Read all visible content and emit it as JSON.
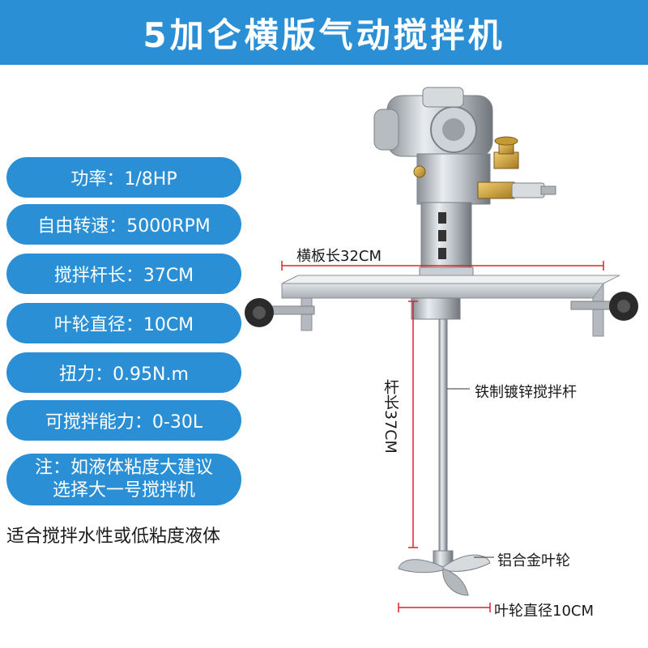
{
  "title": "5加仑横版气动搅拌机",
  "specs": [
    "功率：1/8HP",
    "自由转速：5000RPM",
    "搅拌杆长：37CM",
    "叶轮直径：10CM",
    "扭力：0.95N.m",
    "可搅拌能力：0-30L"
  ],
  "note": {
    "line1": "注：如液体粘度大建议",
    "line2": "选择大一号搅拌机"
  },
  "bottom_note": "适合搅拌水性或低粘度液体",
  "annotations": {
    "plate_length": "横板长32CM",
    "rod_length": "杆长37CM",
    "rod_material": "铁制镀锌搅拌杆",
    "impeller": "铝合金叶轮",
    "impeller_diameter": "叶轮直径10CM"
  },
  "colors": {
    "accent": "#2a8fd4",
    "dimension_line": "#e0202a"
  }
}
